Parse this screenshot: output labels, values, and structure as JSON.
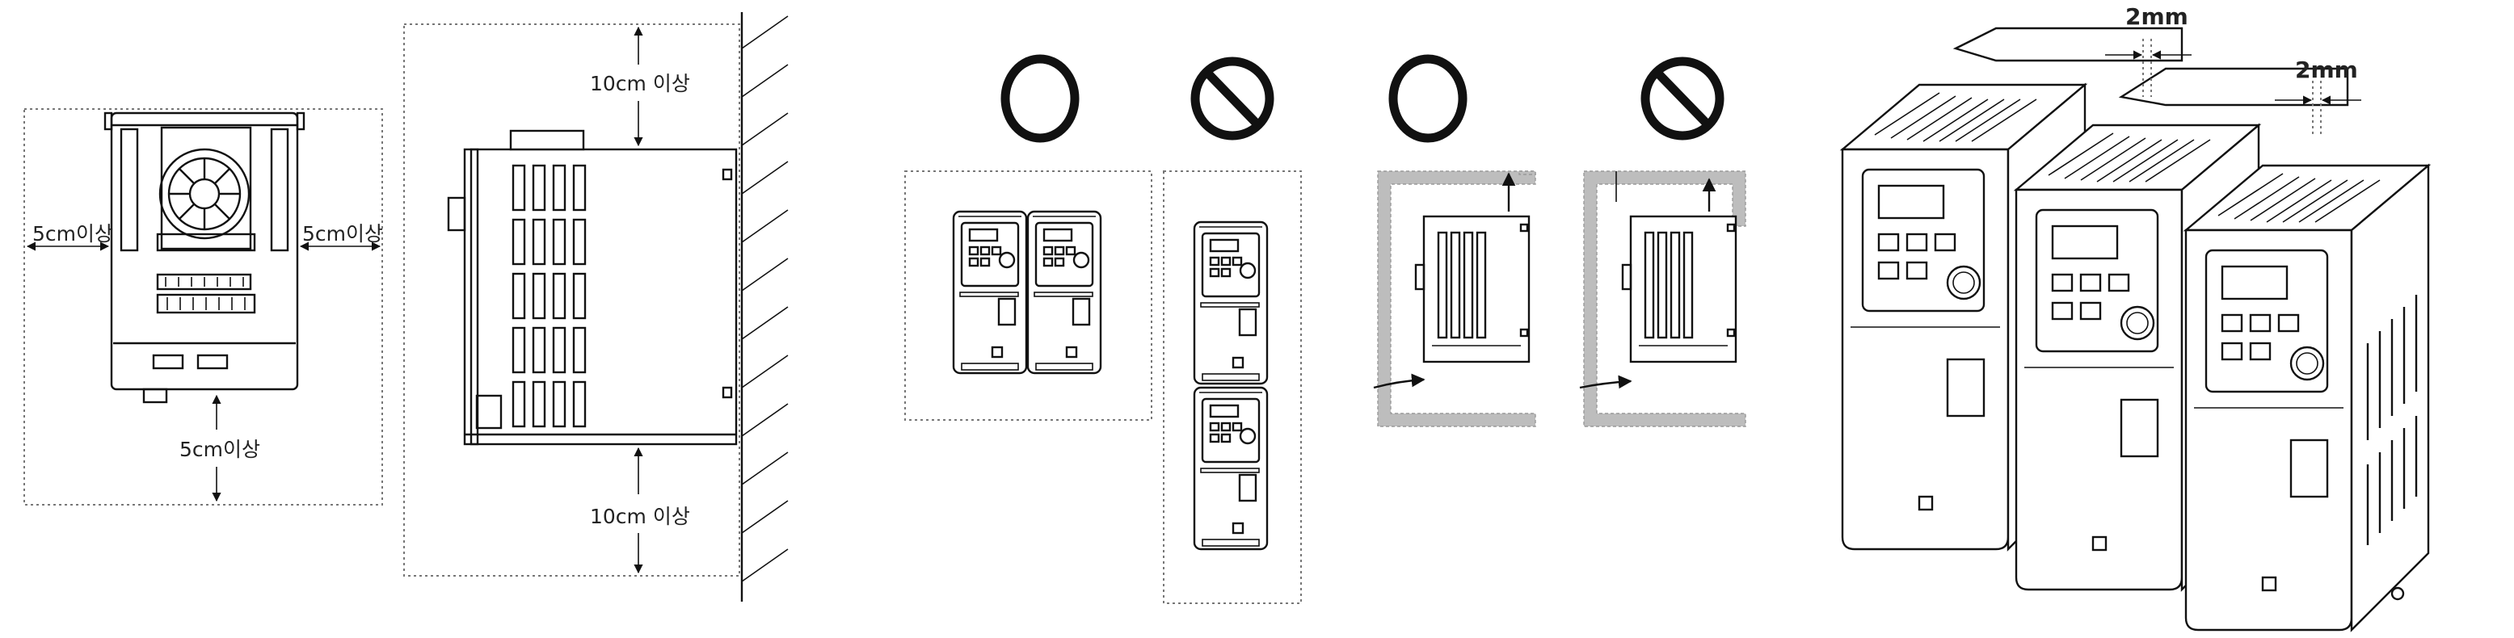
{
  "clearance_labels": {
    "front_left": "5cm이상",
    "front_right": "5cm이상",
    "front_bottom": "5cm이상",
    "side_top": "10cm 이상",
    "side_bottom": "10cm 이상"
  },
  "gap_labels": {
    "gap_1": "2mm",
    "gap_2": "2mm"
  },
  "symbols": {
    "allowed": "circle-allowed-icon",
    "prohibited": "prohibited-sign-icon"
  },
  "colors": {
    "line": "#111111",
    "cabinet": "#bdbdbd",
    "dotted": "#777777"
  }
}
